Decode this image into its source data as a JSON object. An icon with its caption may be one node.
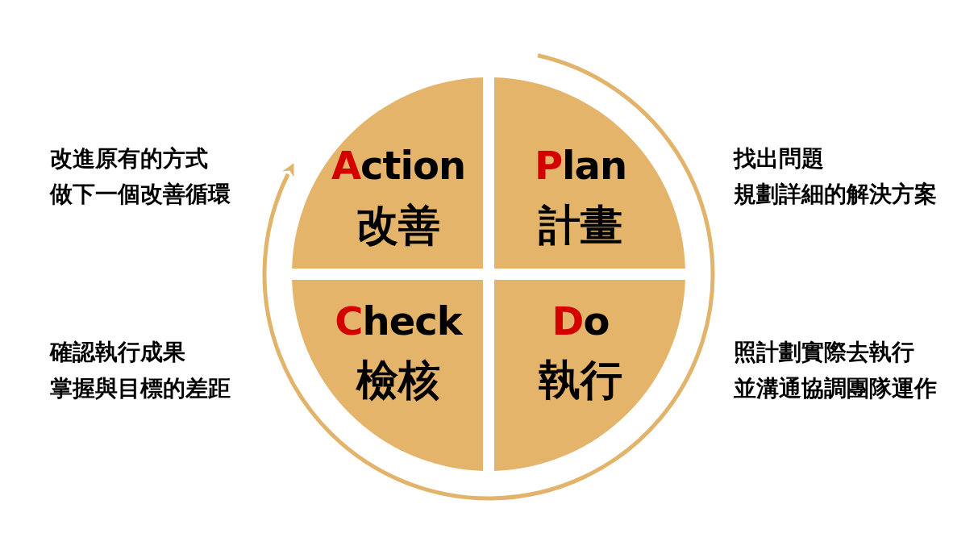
{
  "diagram": {
    "nodes": [
      {
        "text": [
          "Action",
          "改善"
        ],
        "beside": [
          "改進原有的方式",
          "做下一個改善循環"
        ]
      },
      {
        "text": [
          "Plan",
          "計畫"
        ],
        "beside": [
          "找出問題",
          "規劃詳細的解決方案"
        ]
      },
      {
        "text": [
          "Check",
          "檢核"
        ],
        "beside": [
          "確認執行成果",
          "掌握與目標的差距"
        ]
      },
      {
        "text": [
          "Do",
          "執行"
        ],
        "beside": [
          "照計劃實際去執行",
          "並溝通協調團隊運作"
        ]
      }
    ]
  }
}
